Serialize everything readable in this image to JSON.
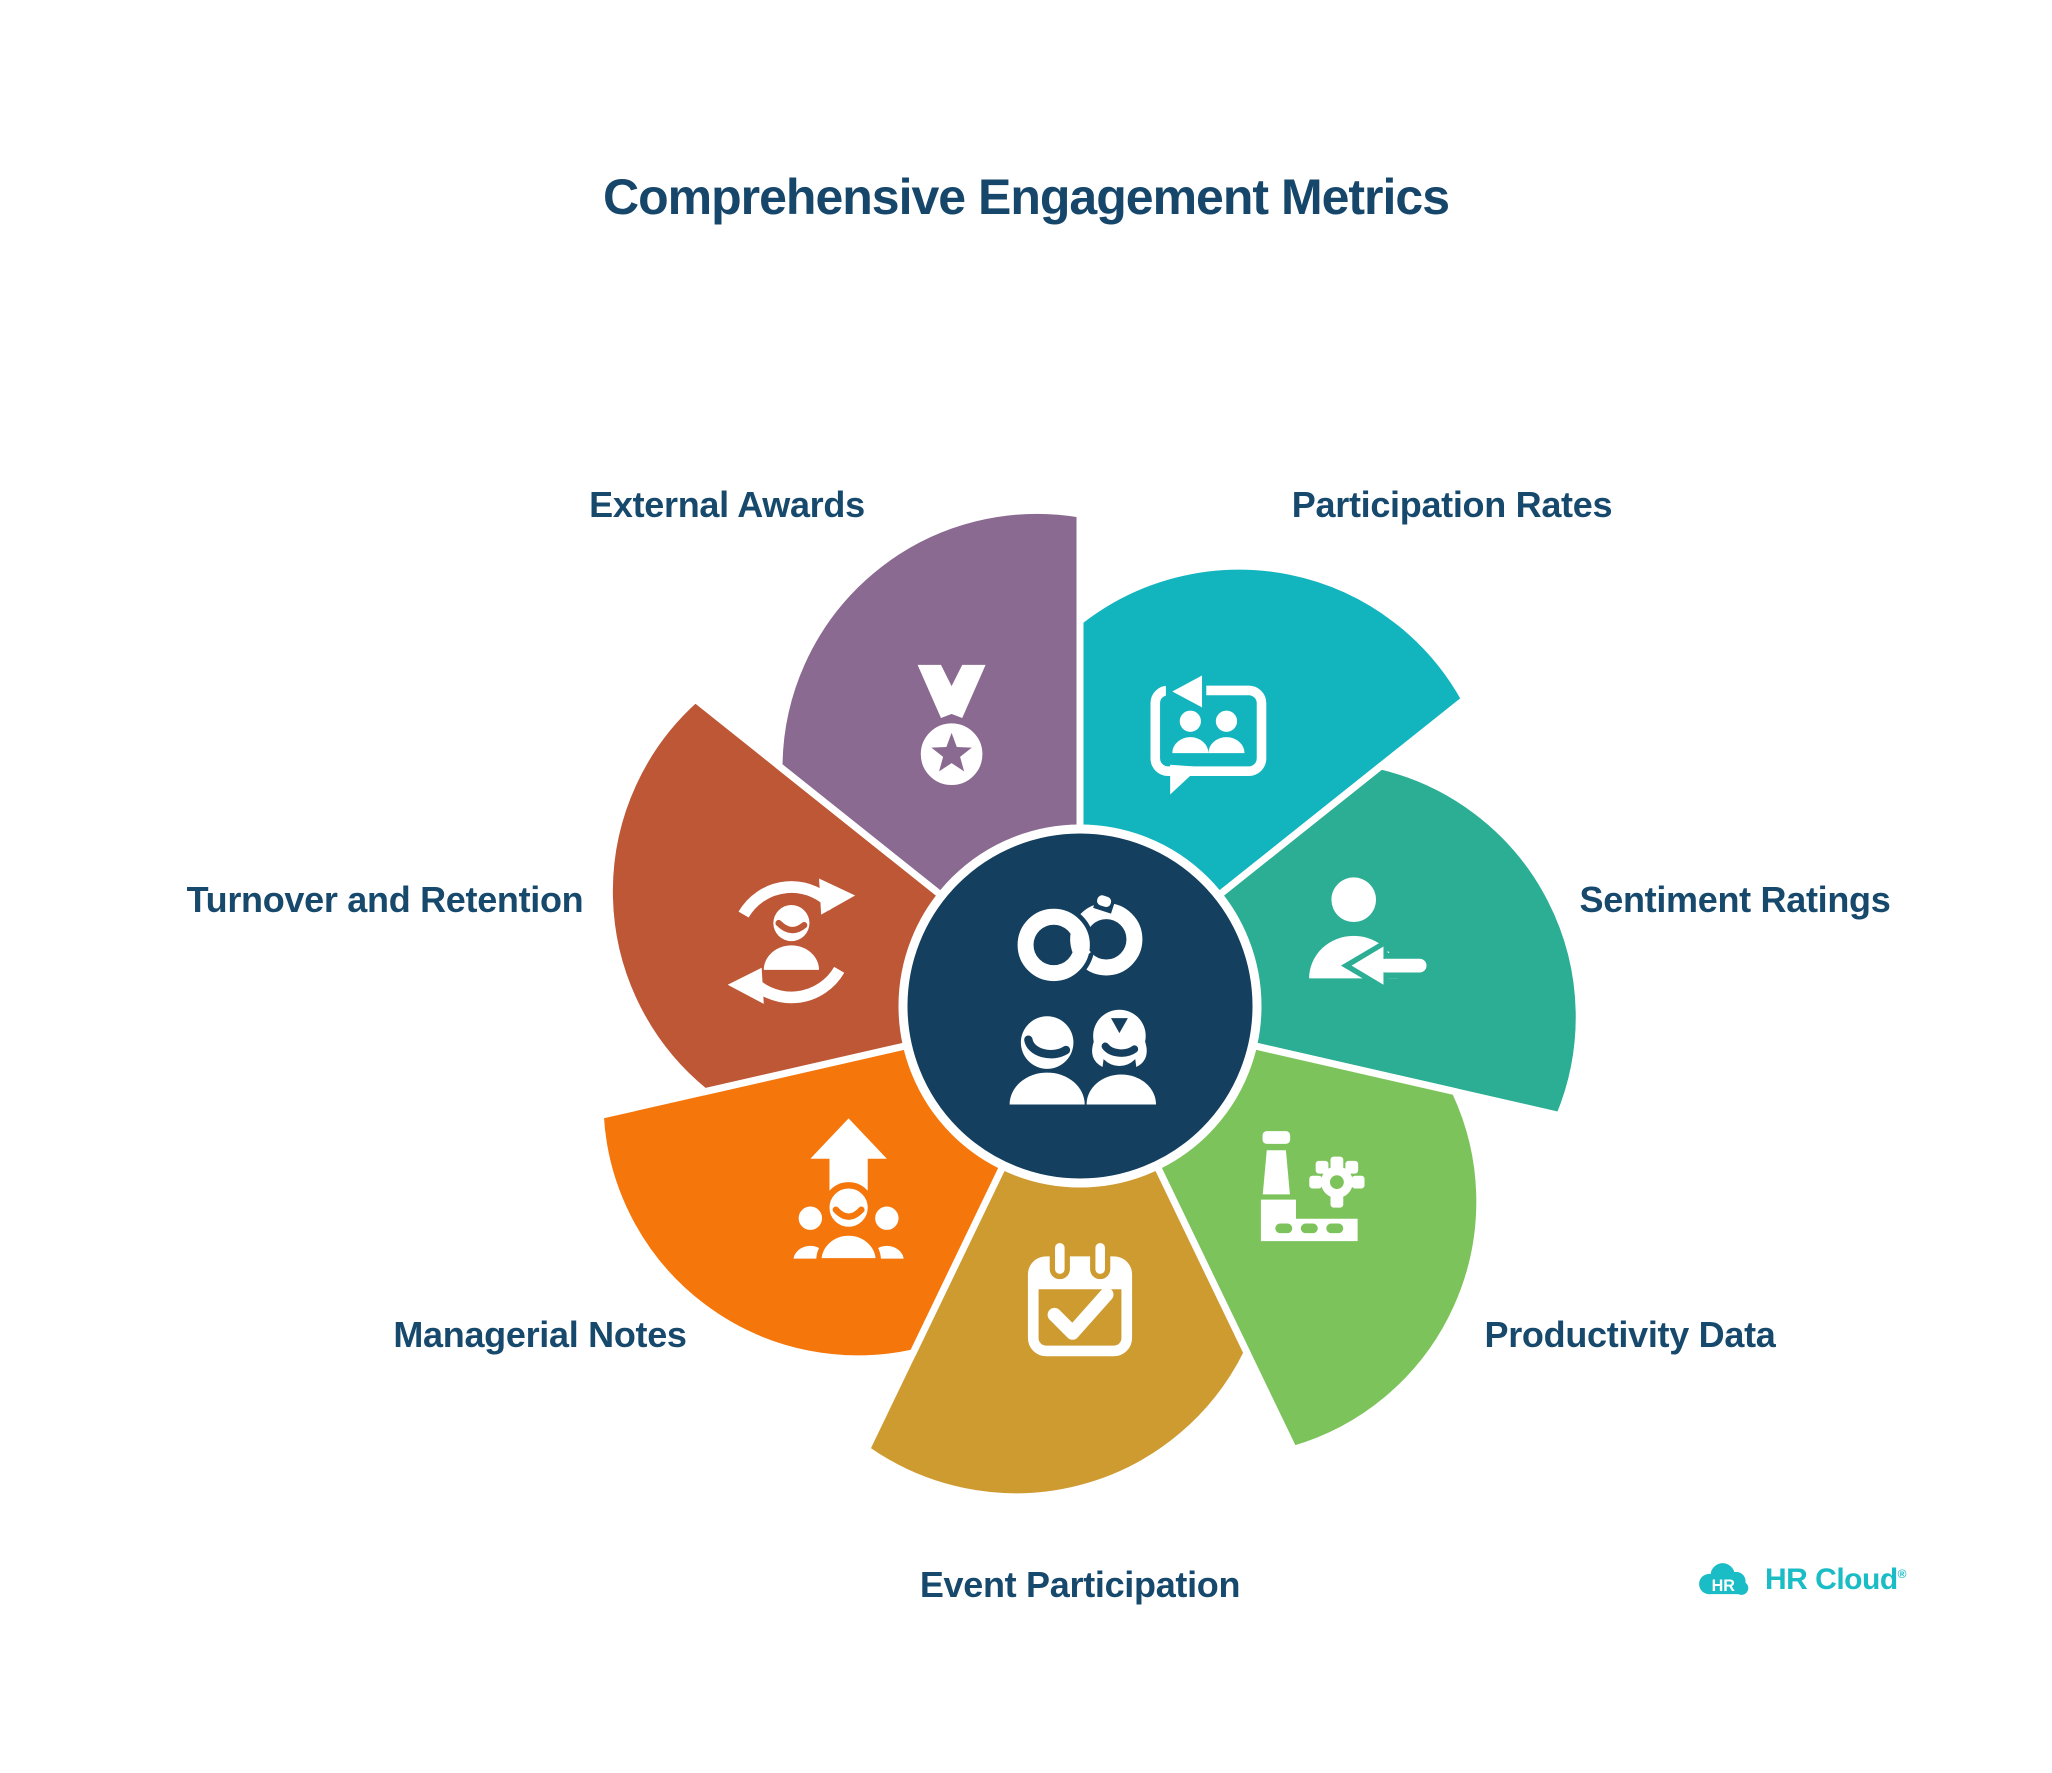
{
  "title": "Comprehensive Engagement Metrics",
  "colors": {
    "background": "#ffffff",
    "text": "#17496d",
    "title": "#16476b",
    "center": "#143f5f",
    "center_ring": "#ffffff",
    "petal_gap": "#ffffff"
  },
  "wheel": {
    "center_icon": "linked-people-icon",
    "segments": [
      {
        "id": "participation-rates",
        "label": "Participation Rates",
        "color": "#12b4be",
        "icon": "chat-people-icon"
      },
      {
        "id": "sentiment-ratings",
        "label": "Sentiment Ratings",
        "color": "#2bae93",
        "icon": "person-arrow-icon"
      },
      {
        "id": "productivity-data",
        "label": "Productivity Data",
        "color": "#7dc35b",
        "icon": "factory-icon"
      },
      {
        "id": "event-participation",
        "label": "Event Participation",
        "color": "#ce9b30",
        "icon": "calendar-check-icon"
      },
      {
        "id": "managerial-notes",
        "label": "Managerial Notes",
        "color": "#f5760b",
        "icon": "team-growth-icon"
      },
      {
        "id": "turnover-retention",
        "label": "Turnover and Retention",
        "color": "#be5735",
        "icon": "person-cycle-icon"
      },
      {
        "id": "external-awards",
        "label": "External Awards",
        "color": "#8a6a90",
        "icon": "medal-icon"
      }
    ]
  },
  "logo": {
    "badge": "HR",
    "brand": "HR Cloud",
    "mark": "®",
    "color": "#1abcc5"
  }
}
